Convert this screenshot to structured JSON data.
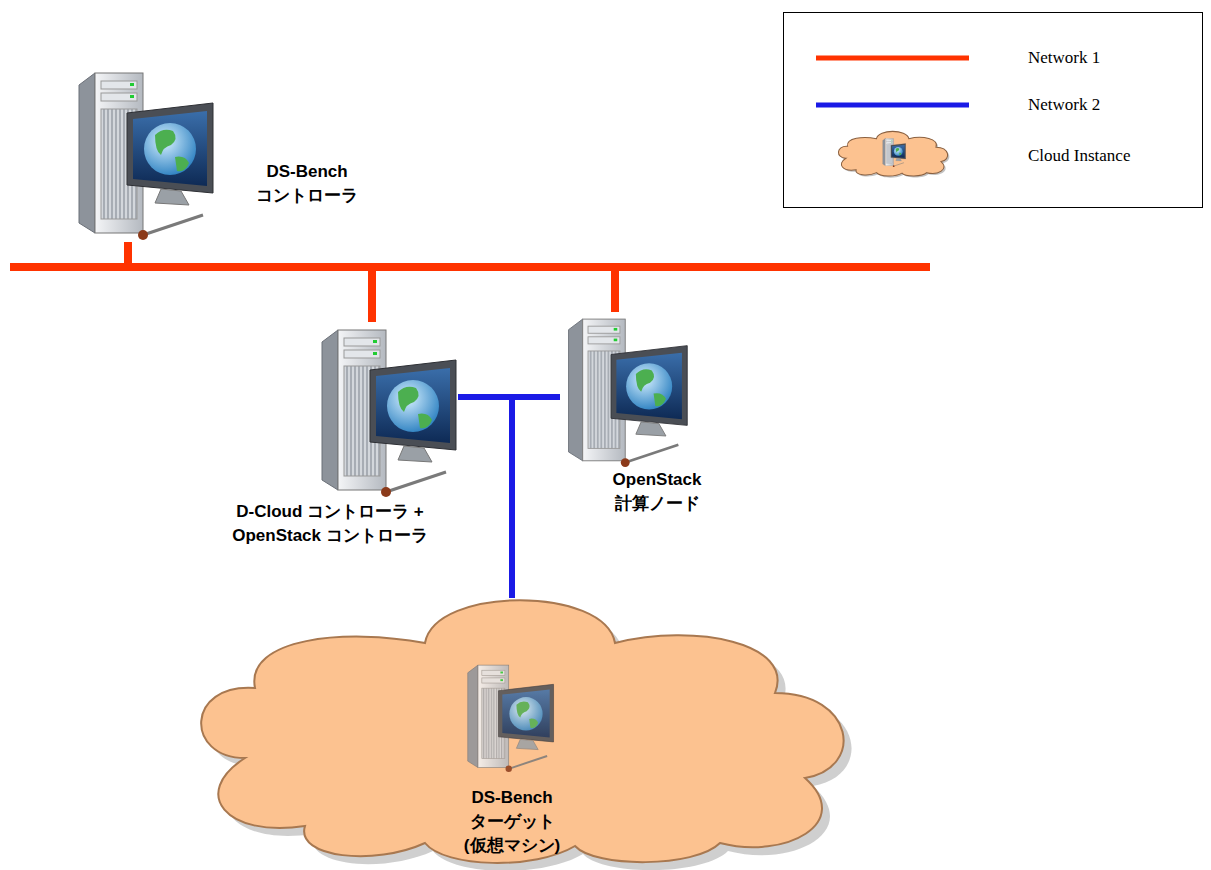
{
  "diagram": {
    "nodes": [
      {
        "text": [
          "DS-Bench コントローラ"
        ]
      },
      {
        "text": [
          "D-Cloud コントローラ + OpenStack コントローラ"
        ]
      },
      {
        "text": [
          "OpenStack 計算ノード"
        ]
      },
      {
        "text": [
          "DS-Bench ターゲット (仮想マシン)"
        ]
      }
    ],
    "edges": [
      {
        "from": 0,
        "to": 1,
        "arrow": "none"
      },
      {
        "from": 0,
        "to": 2,
        "arrow": "none"
      },
      {
        "from": 1,
        "to": 3,
        "arrow": "none"
      },
      {
        "from": 2,
        "to": 3,
        "arrow": "none"
      }
    ],
    "legend": [
      {
        "text": "Network 1"
      },
      {
        "text": "Network 2"
      },
      {
        "text": "Cloud Instance"
      }
    ]
  }
}
